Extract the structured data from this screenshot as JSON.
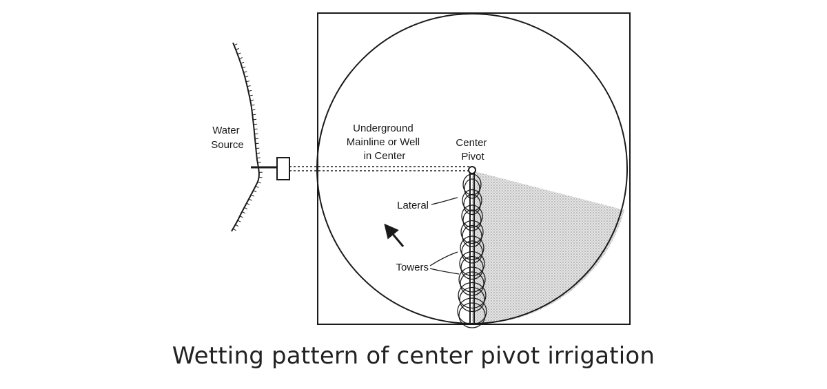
{
  "diagram": {
    "labels": {
      "water_source": [
        "Water",
        "Source"
      ],
      "mainline": [
        "Underground",
        "Mainline or Well",
        "in Center"
      ],
      "center_pivot": [
        "Center",
        "Pivot"
      ],
      "lateral": "Lateral",
      "towers": "Towers"
    },
    "tower_count": 9
  },
  "caption": "Wetting pattern of center pivot irrigation",
  "colors": {
    "ink": "#1a1a1a",
    "wetted_area": "#9a9a9a"
  }
}
